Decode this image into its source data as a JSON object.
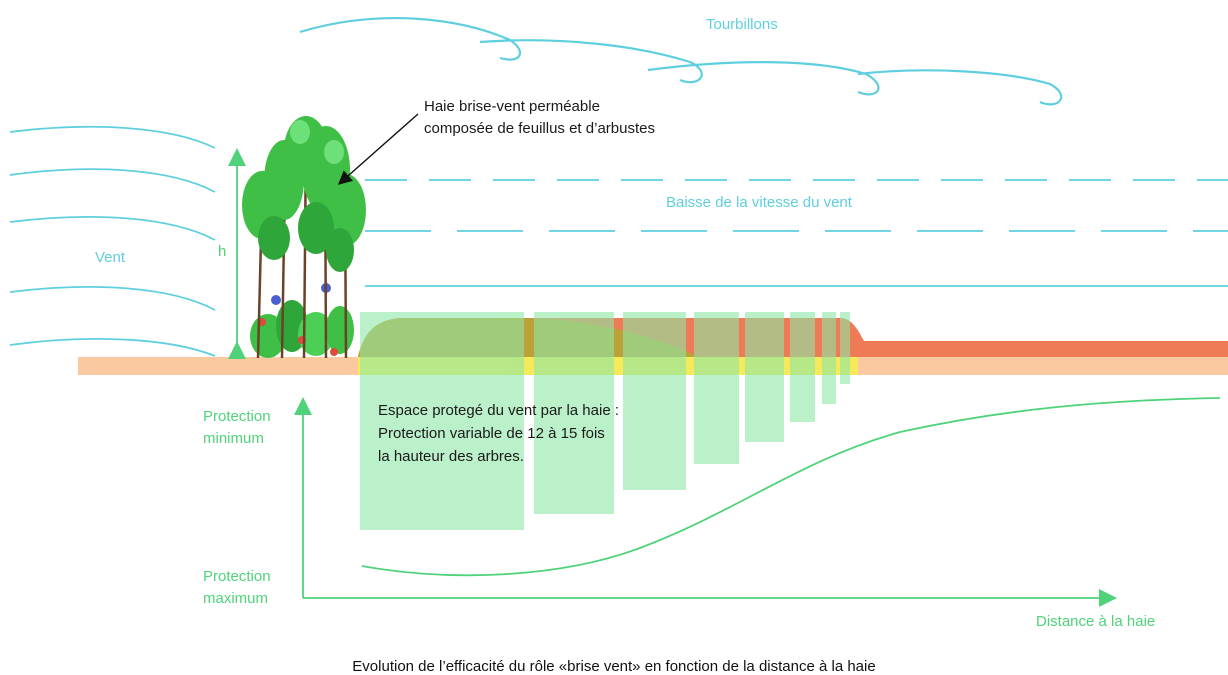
{
  "labels": {
    "tourbillons": "Tourbillons",
    "hedge_line1": "Haie brise-vent perméable",
    "hedge_line2": "composée de feuillus et d’arbustes",
    "baisse": "Baisse de la vitesse du vent",
    "vent": "Vent",
    "h": "h",
    "espace_line1": "Espace protegé du vent par la haie :",
    "espace_line2": "Protection variable de 12 à 15 fois",
    "espace_line3": "la hauteur des arbres.",
    "protection_min_line1": "Protection",
    "protection_min_line2": "minimum",
    "protection_max_line1": "Protection",
    "protection_max_line2": "maximum",
    "distance": "Distance à la haie",
    "caption": "Evolution de l’efficacité du rôle «brise vent» en fonction de la distance à la haie"
  },
  "colors": {
    "wind": "#5fcfdf",
    "protection": "#4fd27a",
    "protection_fill": "#8ee8a6",
    "ground": "#fac9a0",
    "ground_orange": "#ef7b56",
    "ground_olive": "#b0a833",
    "ground_yellow": "#f7ea5a",
    "foliage": "#3fbf45",
    "trunk": "#6b4226"
  }
}
